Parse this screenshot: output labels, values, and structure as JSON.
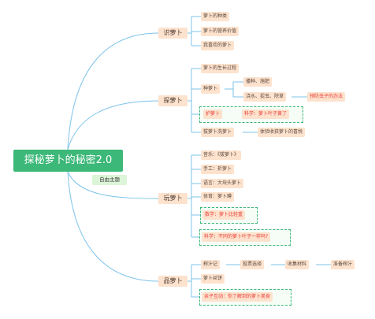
{
  "root": "探秘萝卜的秘密2.0",
  "floating_topic": "自由主题",
  "branches": [
    {
      "label": "识萝卜",
      "children": [
        {
          "label": "萝卜的种类"
        },
        {
          "label": "萝卜的营养价值"
        },
        {
          "label": "我喜欢的萝卜"
        }
      ]
    },
    {
      "label": "探萝卜",
      "children": [
        {
          "label": "萝卜的生长过程"
        },
        {
          "label": "种萝卜",
          "children": [
            {
              "label": "播种、施肥"
            },
            {
              "label": "浇水、捉虫、除草",
              "child": "预防虫子的办法"
            }
          ]
        },
        {
          "label": "护萝卜",
          "child": "科学：萝卜叶子黄了"
        },
        {
          "label": "拔萝卜洗萝卜",
          "child": "体验收获萝卜的喜悦"
        }
      ]
    },
    {
      "label": "玩萝卜",
      "children": [
        {
          "label": "音乐：《拔萝卜》"
        },
        {
          "label": "手工：折萝卜"
        },
        {
          "label": "语言：大块头萝卜"
        },
        {
          "label": "体育：萝卜蹲"
        },
        {
          "label": "数学：萝卜比轻重"
        },
        {
          "label": "科学：不同的萝卜叶子一样吗?"
        }
      ]
    },
    {
      "label": "品萝卜",
      "children": [
        {
          "label": "榨汁记",
          "chain": [
            "投票选择",
            "收集材料",
            "准备榨汁"
          ]
        },
        {
          "label": "萝卜丝饼"
        },
        {
          "label": "亲子互动：你了解到的萝卜美食"
        }
      ]
    }
  ]
}
